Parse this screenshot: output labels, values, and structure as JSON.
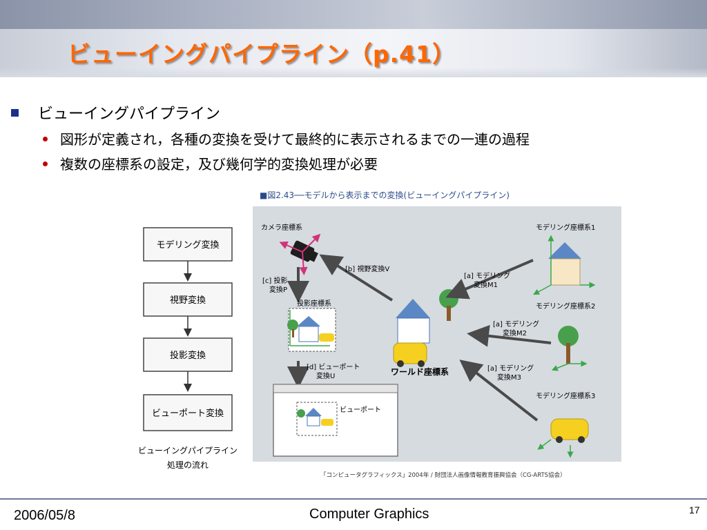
{
  "slide": {
    "title": "ビューイングパイプライン（p.41）",
    "bullet": "ビューイングパイプライン",
    "sub_bullets": [
      "図形が定義され，各種の変換を受けて最終的に表示されるまでの一連の過程",
      "複数の座標系の設定，及び幾何学的変換処理が必要"
    ],
    "accent_color": "#ff6600",
    "bullet_color": "#1c2f8c",
    "sub_bullet_color": "#c00000"
  },
  "flow": {
    "steps": [
      "モデリング変換",
      "視野変換",
      "投影変換",
      "ビューポート変換"
    ],
    "caption_line1": "ビューイングパイプライン",
    "caption_line2": "処理の流れ"
  },
  "figure": {
    "title": "■図2.43──モデルから表示までの変換(ビューイングパイプライン)",
    "camera_label": "カメラ座標系",
    "model_label_1": "モデリング座標系1",
    "model_label_2": "モデリング座標系2",
    "model_label_3": "モデリング座標系3",
    "view_transform": "[b] 視野変換V",
    "proj_transform_1": "[c] 投影",
    "proj_transform_2": "変換P",
    "proj_coord": "投影座標系",
    "model_transform_1a": "[a] モデリング",
    "model_transform_1b": "変換M1",
    "model_transform_2a": "[a] モデリング",
    "model_transform_2b": "変換M2",
    "model_transform_3a": "[a] モデリング",
    "model_transform_3b": "変換M3",
    "viewport_transform_1": "[d] ビューポート",
    "viewport_transform_2": "変換U",
    "viewport_label": "ビューポート",
    "world_label": "ワールド座標系",
    "credit": "「コンピュータグラフィックス」2004年 / 財団法人画像情報教育振興協会（CG-ARTS協会）"
  },
  "footer": {
    "date": "2006/05/8",
    "course": "Computer Graphics",
    "page": "17"
  }
}
